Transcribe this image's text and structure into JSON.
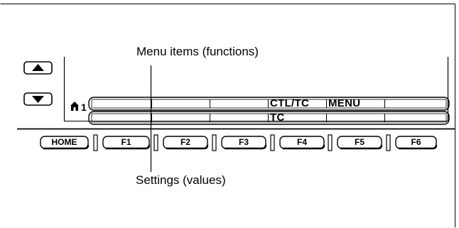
{
  "callouts": {
    "menu_items": "Menu items (functions)",
    "settings": "Settings (values)"
  },
  "panel": {
    "page_number": "1",
    "up_button_icon": "triangle-up-icon",
    "down_button_icon": "triangle-down-icon",
    "home_icon": "house-icon"
  },
  "menu_row": [
    "",
    "",
    "",
    "CTL/TC",
    "MENU",
    ""
  ],
  "value_row": [
    "",
    "",
    "",
    "TC",
    "",
    ""
  ],
  "keys": {
    "home": "HOME",
    "functions": [
      "F1",
      "F2",
      "F3",
      "F4",
      "F5",
      "F6"
    ]
  }
}
